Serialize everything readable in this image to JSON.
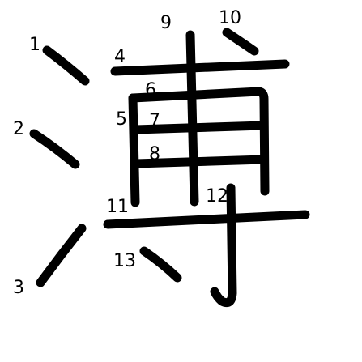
{
  "strokes": [
    {
      "order": "1"
    },
    {
      "order": "2"
    },
    {
      "order": "3"
    },
    {
      "order": "4"
    },
    {
      "order": "5"
    },
    {
      "order": "6"
    },
    {
      "order": "7"
    },
    {
      "order": "8"
    },
    {
      "order": "9"
    },
    {
      "order": "10"
    },
    {
      "order": "11"
    },
    {
      "order": "12"
    },
    {
      "order": "13"
    }
  ],
  "colors": {
    "stroke": "#000000",
    "background": "#ffffff"
  }
}
